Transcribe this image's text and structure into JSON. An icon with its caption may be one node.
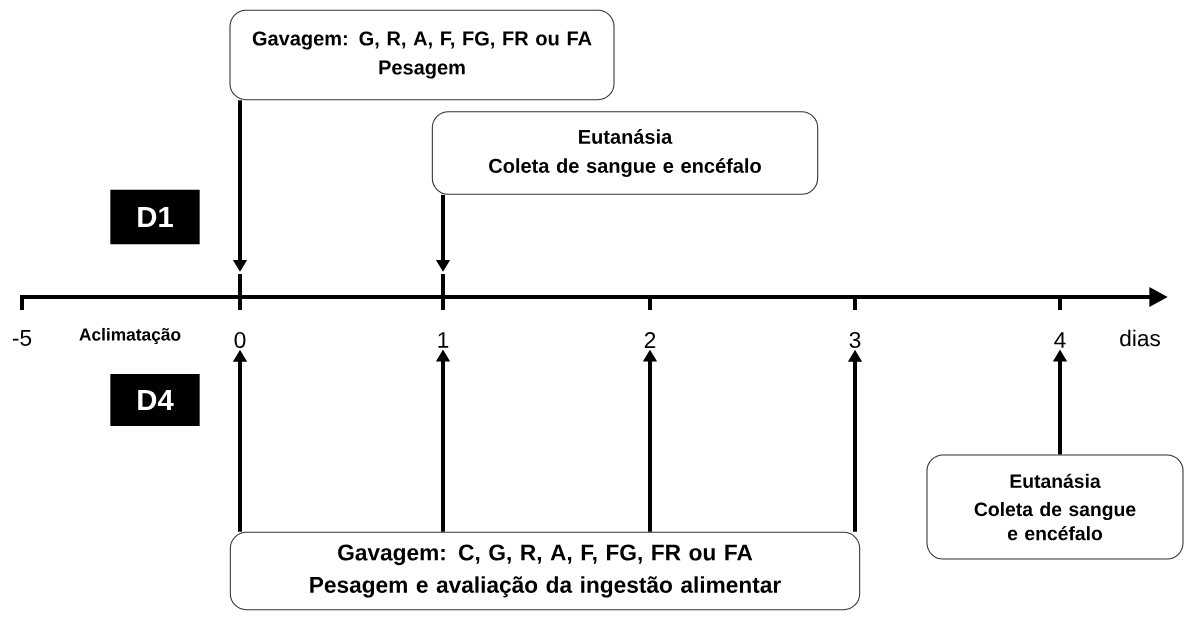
{
  "diagram": {
    "nodes": [
      {
        "text": [
          "Gavagem: G, R, A, F, FG, FR ou FA",
          "Pesagem"
        ]
      },
      {
        "text": [
          "Eutanásia",
          "Coleta de sangue e encéfalo"
        ]
      },
      {
        "text": [
          "D1"
        ]
      },
      {
        "text": [
          "D4"
        ]
      },
      {
        "text": [
          "Gavagem: C, G, R, A, F, FG, FR ou FA",
          "Pesagem e avaliação da ingestão alimentar"
        ]
      },
      {
        "text": [
          "Eutanásia",
          "Coleta de sangue e encéfalo"
        ]
      },
      {
        "text": [
          "0"
        ]
      },
      {
        "text": [
          "1"
        ]
      },
      {
        "text": [
          "2"
        ]
      },
      {
        "text": [
          "3"
        ]
      },
      {
        "text": [
          "4"
        ]
      }
    ],
    "edges": [
      {
        "from": 0,
        "to": null,
        "arrow": "to"
      },
      {
        "from": 1,
        "to": null,
        "arrow": "to"
      },
      {
        "from": 4,
        "to": 6,
        "arrow": "to"
      },
      {
        "from": 4,
        "to": 7,
        "arrow": "to"
      },
      {
        "from": 4,
        "to": 8,
        "arrow": "to"
      },
      {
        "from": 4,
        "to": 9,
        "arrow": "to"
      },
      {
        "from": 5,
        "to": 10,
        "arrow": "to"
      }
    ],
    "labels": [
      "-5",
      "Aclimatação",
      "dias"
    ]
  }
}
